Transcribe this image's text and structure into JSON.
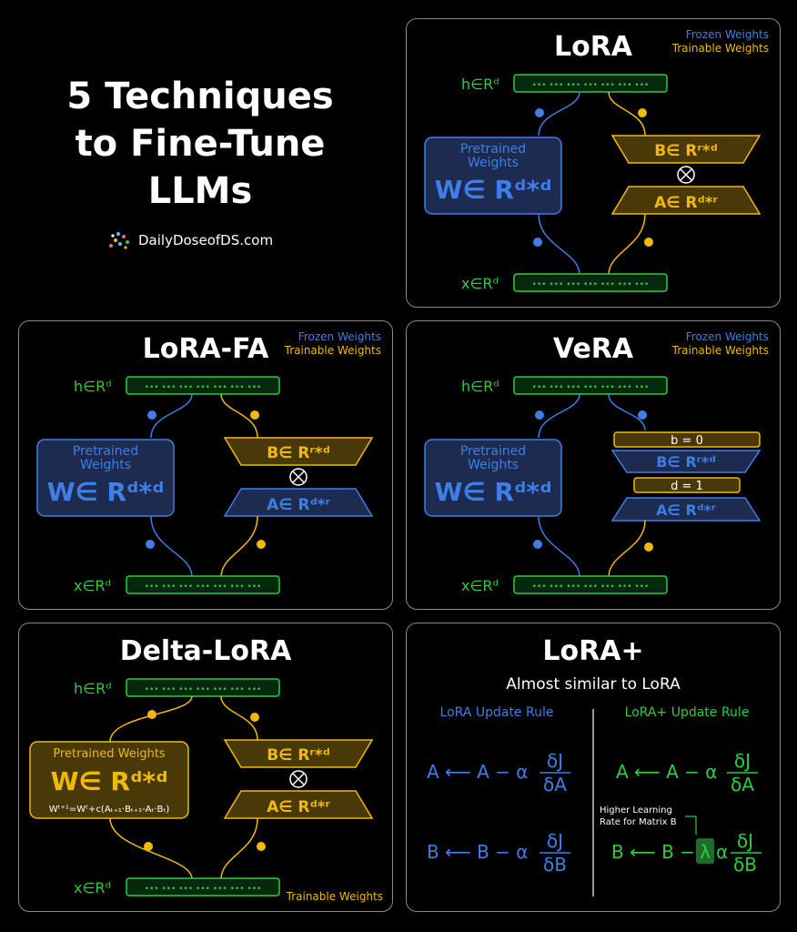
{
  "title_lines": [
    "5 Techniques",
    "to Fine-Tune",
    "LLMs"
  ],
  "brand": "DailyDoseofDS.com",
  "colors": {
    "frozen": "#3e7ee6",
    "trainable": "#f0b90b",
    "vector": "#2ecc40",
    "frozen_fill": "#1c2b4f",
    "trainable_fill": "#4a3908"
  },
  "legend": {
    "frozen": "Frozen Weights",
    "trainable": "Trainable Weights"
  },
  "common": {
    "h_label": "h∈Rᵈ",
    "x_label": "x∈Rᵈ",
    "vector_dots": "••• ••• ••• ••• ••• ••• •••",
    "pretrained": "Pretrained",
    "weights": "Weights",
    "w_matrix": "W∈ Rᵈ*ᵈ",
    "b_matrix": "B∈ Rʳ*ᵈ",
    "a_matrix": "A∈ Rᵈ*ʳ",
    "otimes": "⊗"
  },
  "lora": {
    "title": "LoRA"
  },
  "lora_fa": {
    "title": "LoRA-FA"
  },
  "vera": {
    "title": "VeRA",
    "b_vec": "b = 0",
    "d_vec": "d = 1"
  },
  "delta_lora": {
    "title": "Delta-LoRA",
    "pretrained_weights": "Pretrained Weights",
    "update_formula": "Wᵗ⁺¹=Wᵗ+c(Aₜ₊₁·Bₜ₊₁-Aₜ·Bₜ)",
    "footer": "Trainable Weights"
  },
  "lora_plus": {
    "title": "LoRA+",
    "subtitle": "Almost similar to LoRA",
    "left_header": "LoRA Update Rule",
    "right_header": "LoRA+ Update Rule",
    "a_rule": "A ⟵ A −  α",
    "b_rule": "B ⟵ B −  α",
    "b_rule_plus": "B ⟵ B −",
    "lambda": "λ",
    "alpha": "α",
    "frac_num": "δJ",
    "frac_den_a": "δA",
    "frac_den_b": "δB",
    "note": [
      "Higher Learning",
      "Rate for Matrix B"
    ]
  }
}
